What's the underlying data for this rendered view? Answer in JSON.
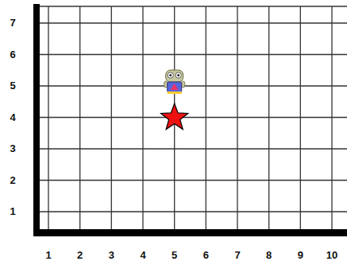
{
  "diagram": {
    "labels": [
      "7",
      "6",
      "5",
      "4",
      "3",
      "2",
      "1",
      "1",
      "2",
      "3",
      "4",
      "5",
      "6",
      "7",
      "8",
      "9",
      "10"
    ]
  }
}
